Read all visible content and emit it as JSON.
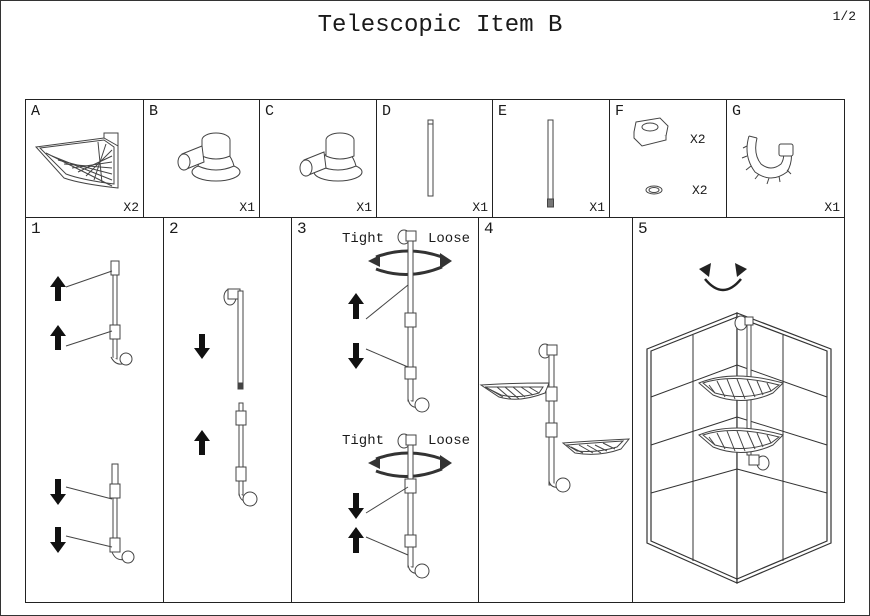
{
  "header": {
    "title": "Telescopic Item B",
    "page_number": "1/2"
  },
  "parts": [
    {
      "letter": "A",
      "qty": "X2",
      "icon": "corner-basket-icon"
    },
    {
      "letter": "B",
      "qty": "X1",
      "icon": "suction-cup-left-icon"
    },
    {
      "letter": "C",
      "qty": "X1",
      "icon": "suction-cup-right-icon"
    },
    {
      "letter": "D",
      "qty": "X1",
      "icon": "short-pole-icon"
    },
    {
      "letter": "E",
      "qty": "X1",
      "icon": "long-pole-icon"
    },
    {
      "letter": "F",
      "qty": "X2",
      "qty2": "X2",
      "icon": "clamp-and-ring-icon"
    },
    {
      "letter": "G",
      "qty": "X1",
      "icon": "grip-ring-icon"
    }
  ],
  "steps": [
    {
      "number": "1",
      "icon": "extend-pole-step-icon"
    },
    {
      "number": "2",
      "icon": "join-poles-step-icon"
    },
    {
      "number": "3",
      "icon": "tighten-loosen-step-icon",
      "tight_label": "Tight",
      "loose_label": "Loose"
    },
    {
      "number": "4",
      "icon": "attach-baskets-step-icon"
    },
    {
      "number": "5",
      "icon": "install-corner-step-icon"
    }
  ]
}
